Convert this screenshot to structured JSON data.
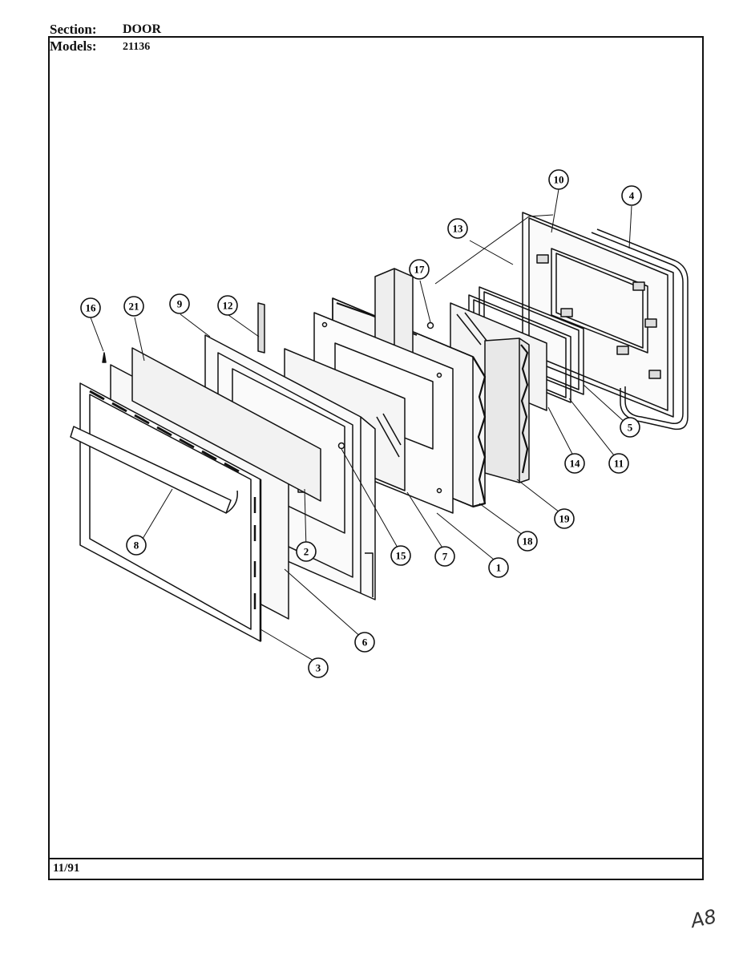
{
  "header": {
    "section_label": "Section:",
    "section_value": "DOOR",
    "models_label": "Models:",
    "models_value": "21136"
  },
  "footer": {
    "date": "11/91"
  },
  "handwritten_note": "A8",
  "callouts": [
    {
      "id": "c16",
      "label": "16"
    },
    {
      "id": "c21",
      "label": "21"
    },
    {
      "id": "c9",
      "label": "9"
    },
    {
      "id": "c12",
      "label": "12"
    },
    {
      "id": "c17",
      "label": "17"
    },
    {
      "id": "c13",
      "label": "13"
    },
    {
      "id": "c10",
      "label": "10"
    },
    {
      "id": "c4",
      "label": "4"
    },
    {
      "id": "c5",
      "label": "5"
    },
    {
      "id": "c11",
      "label": "11"
    },
    {
      "id": "c14",
      "label": "14"
    },
    {
      "id": "c19",
      "label": "19"
    },
    {
      "id": "c18",
      "label": "18"
    },
    {
      "id": "c1",
      "label": "1"
    },
    {
      "id": "c7",
      "label": "7"
    },
    {
      "id": "c15",
      "label": "15"
    },
    {
      "id": "c2",
      "label": "2"
    },
    {
      "id": "c8",
      "label": "8"
    },
    {
      "id": "c6",
      "label": "6"
    },
    {
      "id": "c3",
      "label": "3"
    }
  ]
}
